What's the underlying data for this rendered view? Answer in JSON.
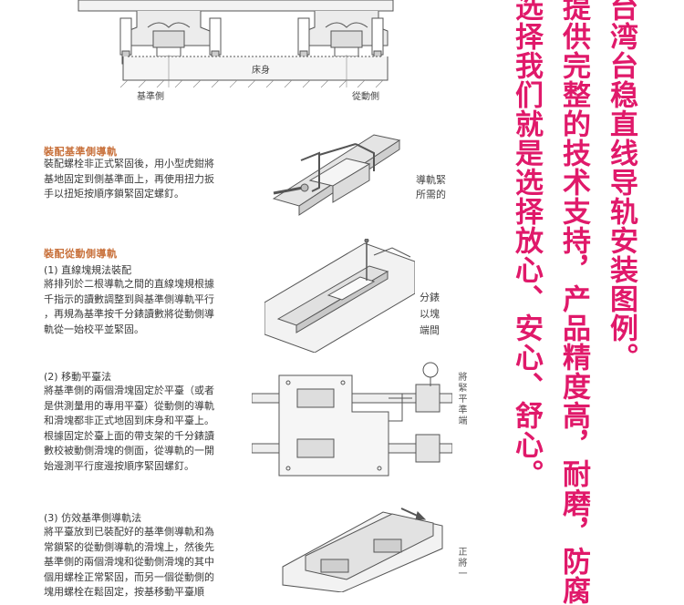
{
  "top_diagram": {
    "bed_label": "床身",
    "left_label": "基準側",
    "right_label": "從動側"
  },
  "section1": {
    "title": "裝配基準側導軌",
    "text": "裝配螺栓非正式緊固後，用小型虎鉗將\n基地固定到側基準面上，再使用扭力扳\n手以扭矩按順序鎖緊固定螺釘。",
    "figure_label": "導軌緊\n所需的"
  },
  "section2": {
    "title": "裝配從動側導軌",
    "sub1_title": "(1) 直線塊規法裝配",
    "sub1_text": "將排列於二根導軌之間的直線塊規根據\n千指示的讀數調整到與基準側導軌平行\n，再規為基準按千分錶讀數將從動側導\n軌從一始校平並緊固。",
    "sub1_label": "分錶\n以塊\n端間",
    "sub2_title": "(2) 移動平臺法",
    "sub2_text": "將基準側的兩個滑塊固定於平臺（或者\n是供測量用的專用平臺）從動側的導軌\n和滑塊都非正式地固到床身和平臺上。\n根據固定於臺上面的帶支架的千分錶讀\n數校被動側滑塊的側面，從導軌的一開\n始邊測平行度邊按順序緊固螺釘。",
    "sub2_label": "將緊平準端",
    "sub3_title": "(3) 仿效基準側導軌法",
    "sub3_text": "將平臺放到已裝配好的基準側導軌和為\n常鎖緊的從動側導軌的滑塊上，然後先\n基準側的兩個滑塊和從動側滑塊的其中\n個用螺栓正常緊固，而另一個從動側的\n塊用螺栓在鬆固定，按基移動平臺順",
    "sub3_label": "正將一"
  },
  "promo_columns": [
    "台湾台稳直线导轨安装图例。",
    "提供完整的技术支持，产品精度高，耐磨，防腐",
    "选择我们就是选择放心、安心、舒心。"
  ],
  "colors": {
    "promo_text": "#e0196a",
    "section_title": "#c8703a"
  }
}
